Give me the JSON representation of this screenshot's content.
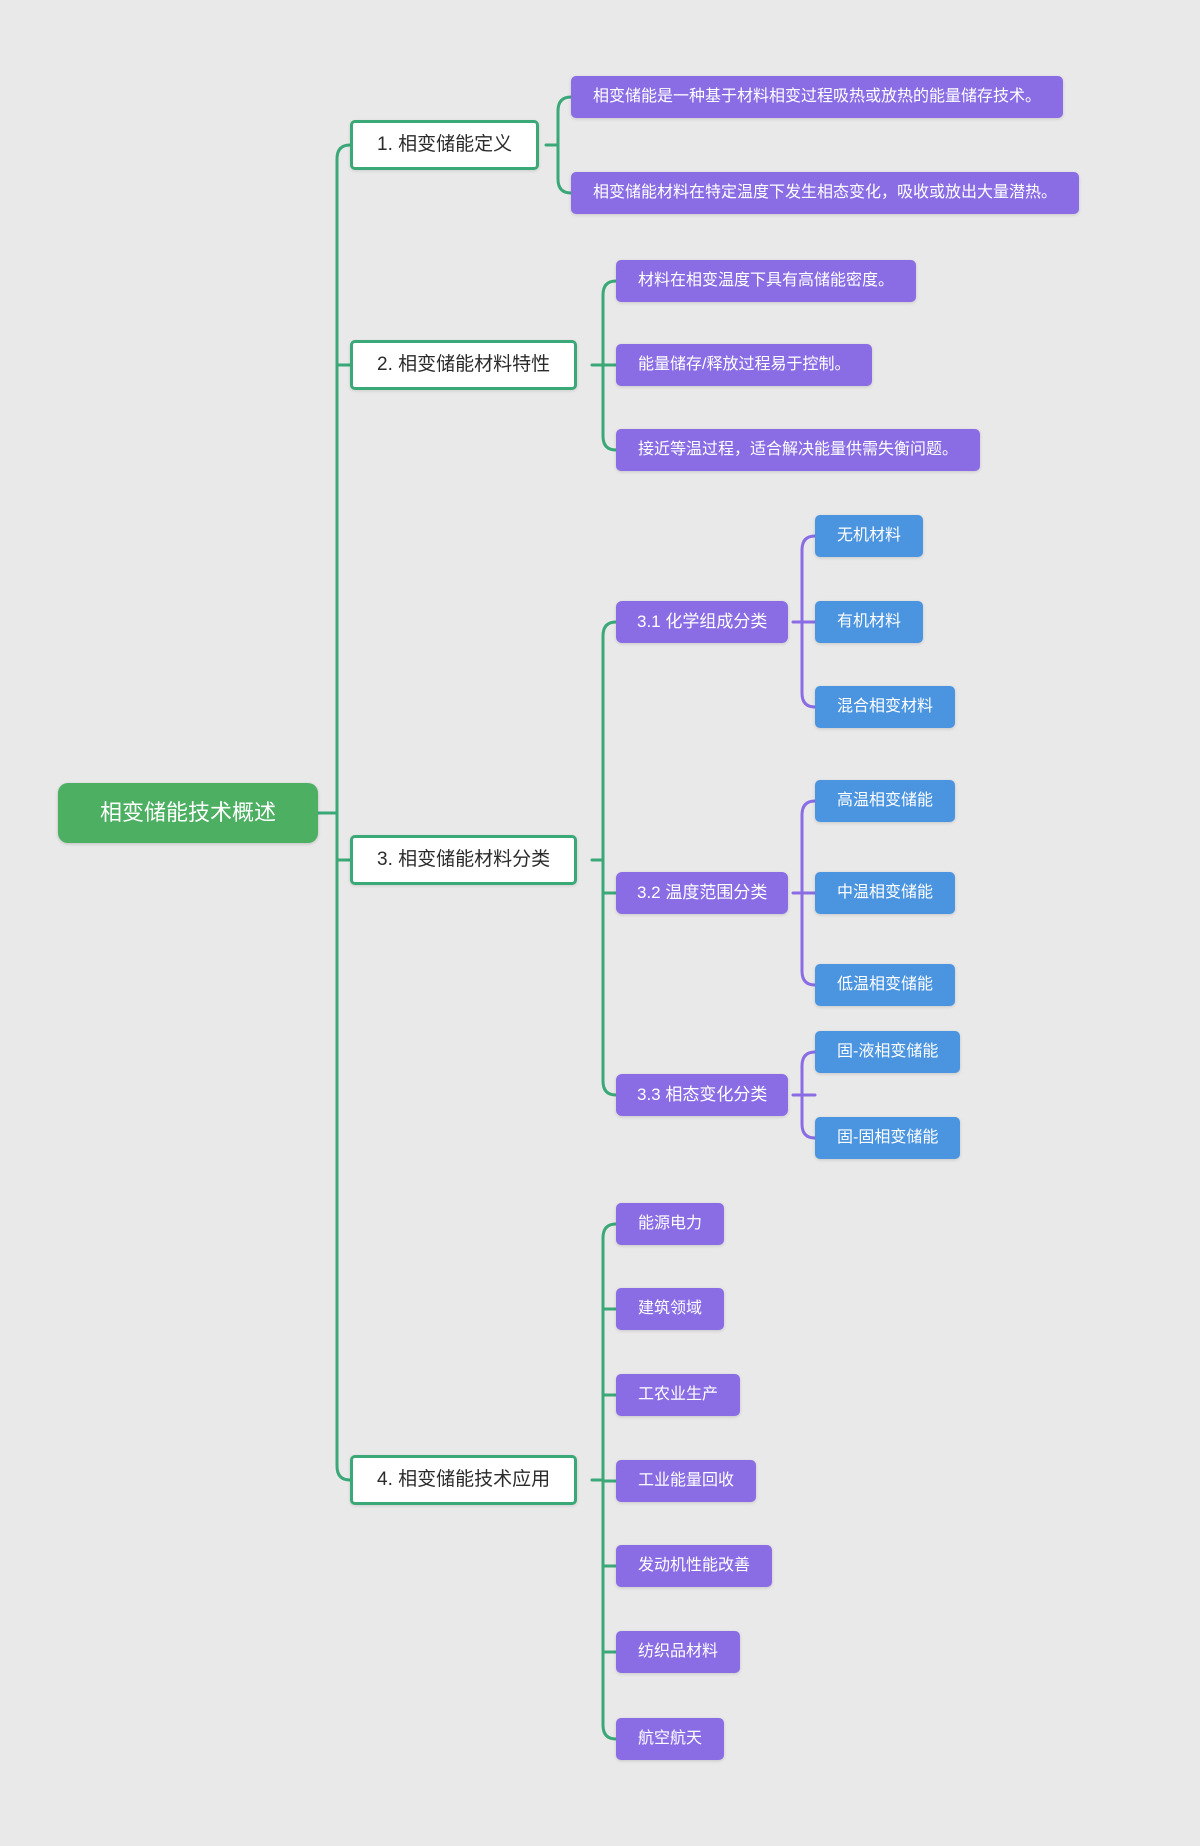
{
  "map": {
    "root": {
      "label": "相变储能技术概述"
    },
    "branches": [
      {
        "label": "1. 相变储能定义",
        "children": [
          {
            "label": "相变储能是一种基于材料相变过程吸热或放热的能量储存技术。"
          },
          {
            "label": "相变储能材料在特定温度下发生相态变化，吸收或放出大量潜热。"
          }
        ]
      },
      {
        "label": "2. 相变储能材料特性",
        "children": [
          {
            "label": "材料在相变温度下具有高储能密度。"
          },
          {
            "label": "能量储存/释放过程易于控制。"
          },
          {
            "label": "接近等温过程，适合解决能量供需失衡问题。"
          }
        ]
      },
      {
        "label": "3. 相变储能材料分类",
        "children": [
          {
            "label": "3.1 化学组成分类",
            "children": [
              {
                "label": "无机材料"
              },
              {
                "label": "有机材料"
              },
              {
                "label": "混合相变材料"
              }
            ]
          },
          {
            "label": "3.2 温度范围分类",
            "children": [
              {
                "label": "高温相变储能"
              },
              {
                "label": "中温相变储能"
              },
              {
                "label": "低温相变储能"
              }
            ]
          },
          {
            "label": "3.3 相态变化分类",
            "children": [
              {
                "label": "固-液相变储能"
              },
              {
                "label": "固-固相变储能"
              }
            ]
          }
        ]
      },
      {
        "label": "4. 相变储能技术应用",
        "children": [
          {
            "label": "能源电力"
          },
          {
            "label": "建筑领域"
          },
          {
            "label": "工农业生产"
          },
          {
            "label": "工业能量回收"
          },
          {
            "label": "发动机性能改善"
          },
          {
            "label": "纺织品材料"
          },
          {
            "label": "航空航天"
          }
        ]
      }
    ],
    "colors": {
      "background": "#e9e9e9",
      "root_fill": "#4caf62",
      "branch_line_green": "#3aa877",
      "level1_border": "#3aa877",
      "level1_fill": "#ffffff",
      "level1_text": "#2b2b2b",
      "purple_fill": "#8a6de4",
      "blue_fill": "#4a94e0",
      "leaf_text": "#ffffff"
    }
  }
}
